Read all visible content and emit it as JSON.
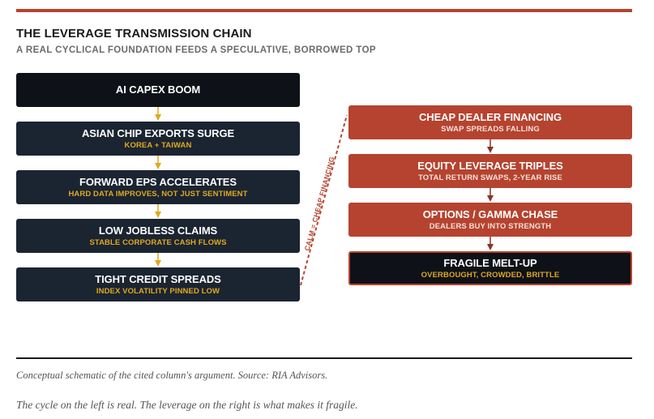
{
  "header": {
    "title": "THE LEVERAGE TRANSMISSION CHAIN",
    "subtitle": "A REAL CYCLICAL FOUNDATION FEEDS A SPECULATIVE, BORROWED TOP"
  },
  "left_chain": [
    {
      "label": "AI CAPEX BOOM",
      "sub": ""
    },
    {
      "label": "ASIAN CHIP EXPORTS SURGE",
      "sub": "KOREA + TAIWAN"
    },
    {
      "label": "FORWARD EPS ACCELERATES",
      "sub": "HARD DATA IMPROVES, NOT JUST SENTIMENT"
    },
    {
      "label": "LOW JOBLESS CLAIMS",
      "sub": "STABLE CORPORATE CASH FLOWS"
    },
    {
      "label": "TIGHT CREDIT SPREADS",
      "sub": "INDEX VOLATILITY PINNED LOW"
    }
  ],
  "right_chain": [
    {
      "label": "CHEAP DEALER FINANCING",
      "sub": "SWAP SPREADS FALLING"
    },
    {
      "label": "EQUITY LEVERAGE TRIPLES",
      "sub": "TOTAL RETURN SWAPS, 2-YEAR RISE"
    },
    {
      "label": "OPTIONS / GAMMA CHASE",
      "sub": "DEALERS BUY INTO STRENGTH"
    },
    {
      "label": "FRAGILE MELT-UP",
      "sub": "OVERBOUGHT, CROWDED, BRITTLE"
    }
  ],
  "bridge_label": "CALM = CHEAP FINANCING",
  "caption": "Conceptual schematic of the cited column's argument. Source: RIA Advisors.",
  "note": "The cycle on the left is real. The leverage on the right is what makes it fragile.",
  "colors": {
    "accent": "#b5432f",
    "left_box": "#1b2431",
    "dark_box": "#0e1117",
    "gold": "#e0a820"
  }
}
